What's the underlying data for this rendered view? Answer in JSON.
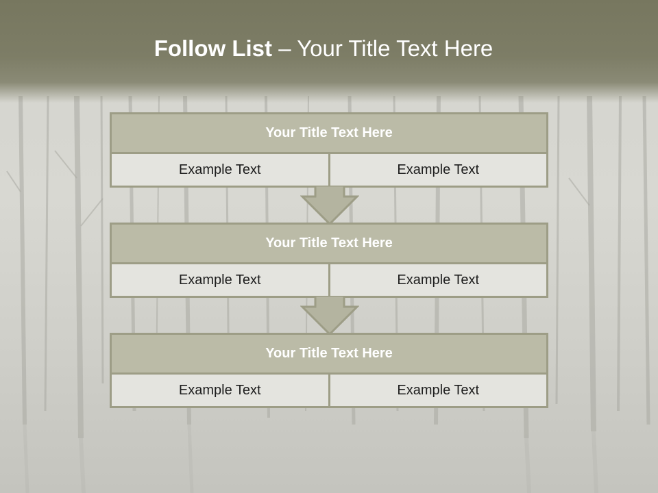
{
  "slide": {
    "title_bold": "Follow List",
    "title_rest": " – Your Title Text Here"
  },
  "steps": [
    {
      "title": "Your Title Text Here",
      "left": "Example Text",
      "right": "Example Text"
    },
    {
      "title": "Your Title Text Here",
      "left": "Example Text",
      "right": "Example Text"
    },
    {
      "title": "Your Title Text Here",
      "left": "Example Text",
      "right": "Example Text"
    }
  ],
  "colors": {
    "header_band": "#7d7d66",
    "box_header": "#bbbba7",
    "box_border": "#9d9d86",
    "box_cell": "#e4e4df",
    "arrow_fill": "#b4b4a0"
  }
}
